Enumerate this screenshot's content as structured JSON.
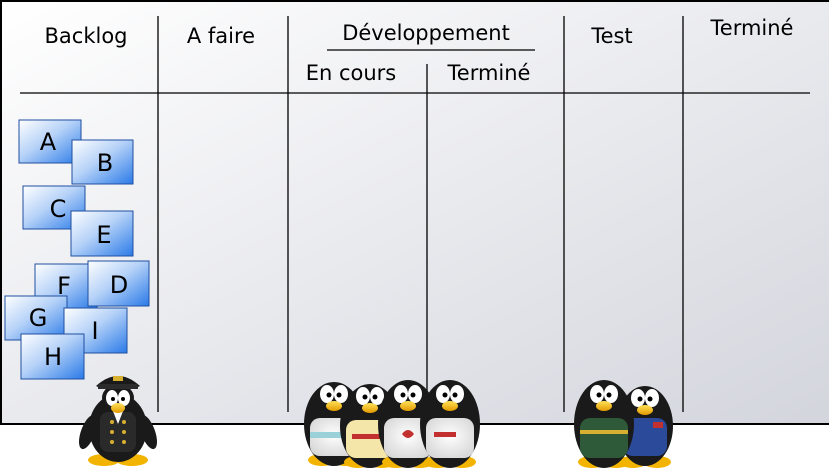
{
  "board": {
    "columns": {
      "backlog": "Backlog",
      "todo": "A faire",
      "development": "Développement",
      "dev_in_progress": "En cours",
      "dev_done": "Terminé",
      "test": "Test",
      "done": "Terminé"
    },
    "cards": [
      "A",
      "B",
      "C",
      "E",
      "F",
      "D",
      "G",
      "I",
      "H"
    ]
  },
  "colors": {
    "board_bg": "#e6e7ec",
    "board_border": "#000000",
    "card_light": "#ffffff",
    "card_dark": "#2a7ae8",
    "card_border": "#1f4fa0"
  },
  "icons": [
    "penguin-pilot-icon",
    "penguin-team-icon",
    "penguin-tester-icon"
  ]
}
